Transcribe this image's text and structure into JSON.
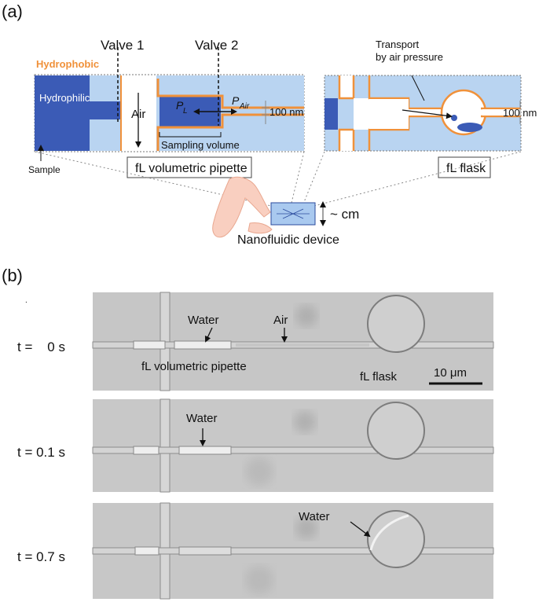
{
  "colors": {
    "hydrophilic": "#3b5bb6",
    "hydrophobic": "#f0913a",
    "channel_fill": "#b9d4f1",
    "panel_border": "#777777",
    "skin": "#f9cfc0",
    "micrograph_bg": "#c8c8c8"
  },
  "panel_a": {
    "label": "(a)",
    "valve1": "Valve 1",
    "valve2": "Valve 2",
    "hydrophobic": "Hydrophobic",
    "hydrophilic": "Hydrophilic",
    "air": "Air",
    "p_l": "P",
    "p_l_sub": "L",
    "p_air": "P",
    "p_air_sub": "Air",
    "dim_left": "100 nm",
    "sampling_volume": "Sampling volume",
    "sample": "Sample",
    "pipette_box": "fL volumetric pipette",
    "transport_line1": "Transport",
    "transport_line2": "by air pressure",
    "dim_right": "100 nm",
    "flask_box": "fL flask",
    "device_scale": "~ cm",
    "device_label": "Nanofluidic device"
  },
  "panel_b": {
    "label": "(b)",
    "frames": [
      {
        "time": "t =    0 s",
        "annotations": [
          "Water",
          "Air",
          "fL volumetric pipette",
          "fL flask"
        ],
        "scale_bar": "10 μm"
      },
      {
        "time": "t = 0.1 s",
        "annotations": [
          "Water"
        ]
      },
      {
        "time": "t = 0.7 s",
        "annotations": [
          "Water"
        ]
      }
    ]
  }
}
